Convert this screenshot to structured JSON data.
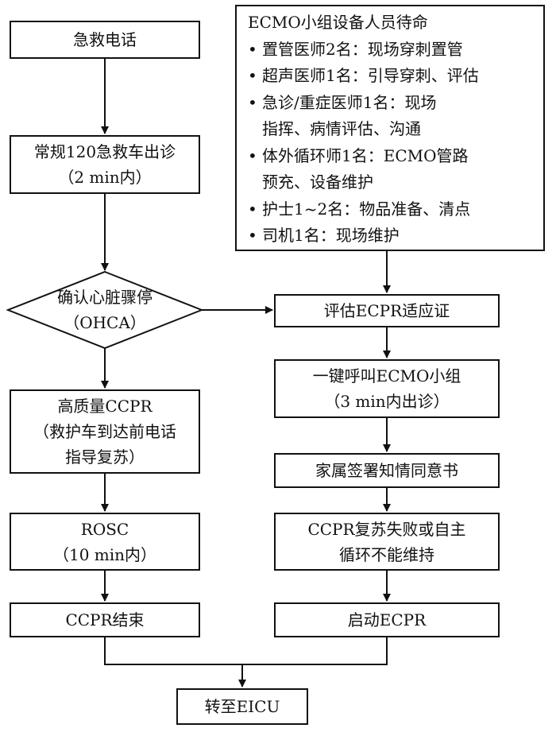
{
  "left_column": {
    "call": "急救电话",
    "dispatch": [
      "常规120急救车出诊",
      "（2 min内）"
    ],
    "confirm": [
      "确认心脏骤停",
      "（OHCA）"
    ],
    "ccpr": [
      "高质量CCPR",
      "（救护车到达前电话",
      "指导复苏）"
    ],
    "rosc": [
      "ROSC",
      "（10 min内）"
    ],
    "ccpr_end": "CCPR结束"
  },
  "team": {
    "title": "ECMO小组设备人员待命",
    "bullet": "•",
    "items": [
      [
        "置管医师2名：现场穿刺置管"
      ],
      [
        "超声医师1名：引导穿刺、评估"
      ],
      [
        "急诊/重症医师1名：现场",
        "指挥、病情评估、沟通"
      ],
      [
        "体外循环师1名：ECMO管路",
        "预充、设备维护"
      ],
      [
        "护士1~2名：物品准备、清点"
      ],
      [
        "司机1名：现场维护"
      ]
    ]
  },
  "right_column": {
    "assess": "评估ECPR适应证",
    "call_team": [
      "一键呼叫ECMO小组",
      "（3 min内出诊）"
    ],
    "consent": "家属签署知情同意书",
    "failure": [
      "CCPR复苏失败或自主",
      "循环不能维持"
    ],
    "start": "启动ECPR"
  },
  "final": "转至EICU"
}
